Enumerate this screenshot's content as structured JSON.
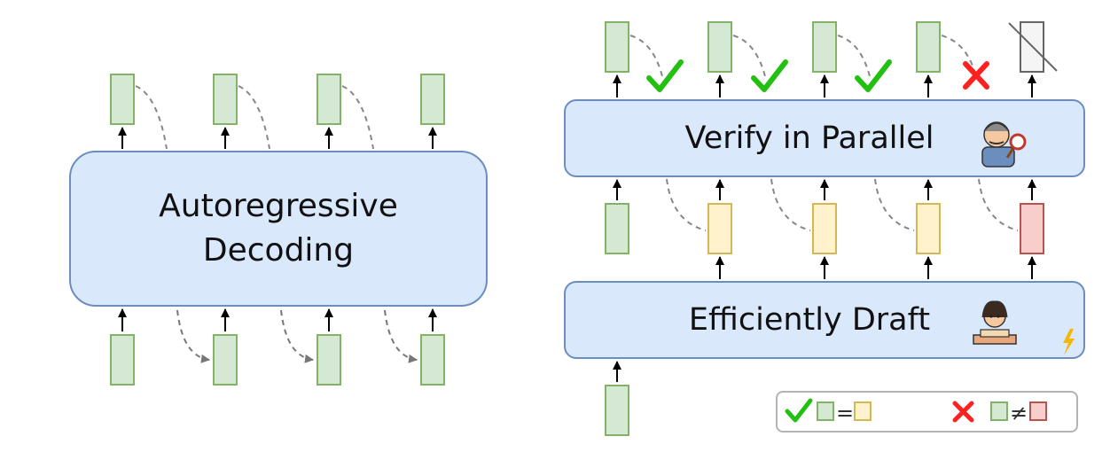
{
  "left": {
    "box_line1": "Autoregressive",
    "box_line2": "Decoding"
  },
  "right": {
    "verify_label": "Verify in Parallel",
    "draft_label": "Efficiently Draft",
    "verify_results": [
      "accept",
      "accept",
      "accept",
      "reject"
    ]
  },
  "legend": {
    "equal_symbol": "=",
    "not_equal_symbol": "≠"
  },
  "colors": {
    "box_fill": "#dae8fc",
    "box_border": "#6c8ebf",
    "token_green": "#d5e8d4",
    "token_yellow": "#fff2cc",
    "token_red": "#f8cecc",
    "check": "#22c010",
    "cross": "#ff2020"
  }
}
